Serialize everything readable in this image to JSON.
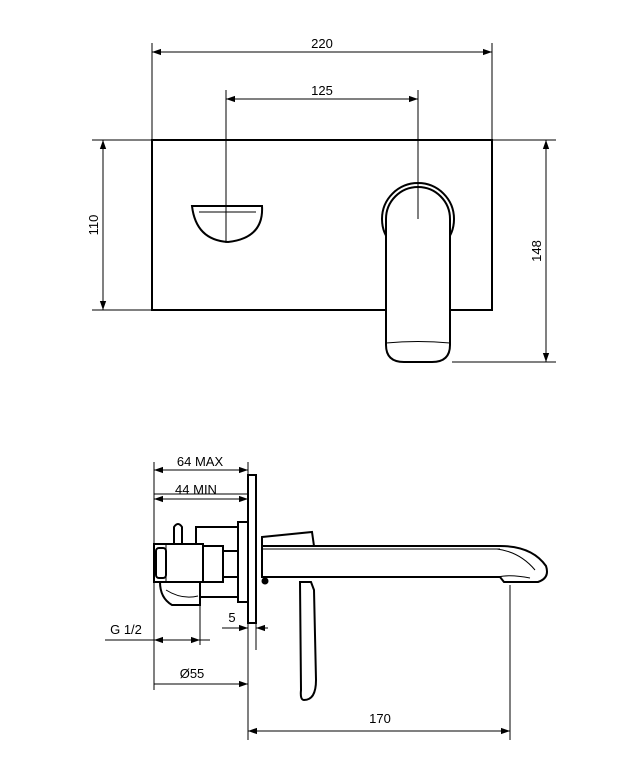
{
  "front_view": {
    "width_label": "220",
    "spacing_label": "125",
    "height_label": "110",
    "total_height_label": "148"
  },
  "side_view": {
    "max_depth_label": "64 MAX",
    "min_depth_label": "44 MIN",
    "thread_label": "G 1/2",
    "plate_gap_label": "5",
    "diameter_label": "Ø55",
    "spout_length_label": "170"
  }
}
